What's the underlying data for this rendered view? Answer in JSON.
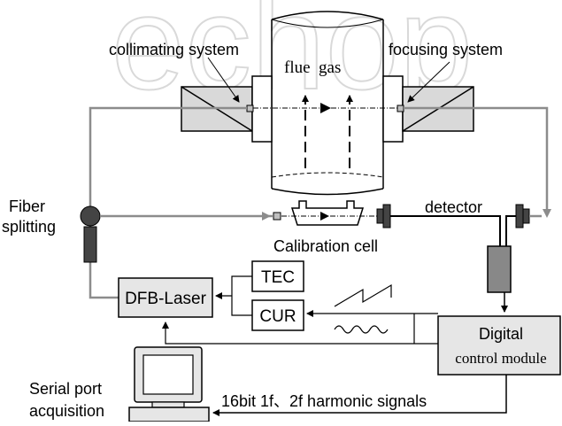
{
  "watermark": "echop",
  "labels": {
    "collimating_system": "collimating system",
    "focusing_system": "focusing system",
    "flue_gas": "flue  gas",
    "fiber_splitting_line1": "Fiber",
    "fiber_splitting_line2": "splitting",
    "detector": "detector",
    "calibration_cell": "Calibration cell",
    "dfb_laser": "DFB-Laser",
    "tec": "TEC",
    "cur": "CUR",
    "digital_line1": "Digital",
    "digital_line2": "control module",
    "serial_line1": "Serial port",
    "serial_line2": "acquisition",
    "harmonic_signals": "16bit 1f、2f harmonic signals"
  },
  "colors": {
    "fiber": "#8c8c8c",
    "box_fill": "#e6e6e6",
    "dark_component": "#444444",
    "optic_fill": "#d9d9d9"
  }
}
